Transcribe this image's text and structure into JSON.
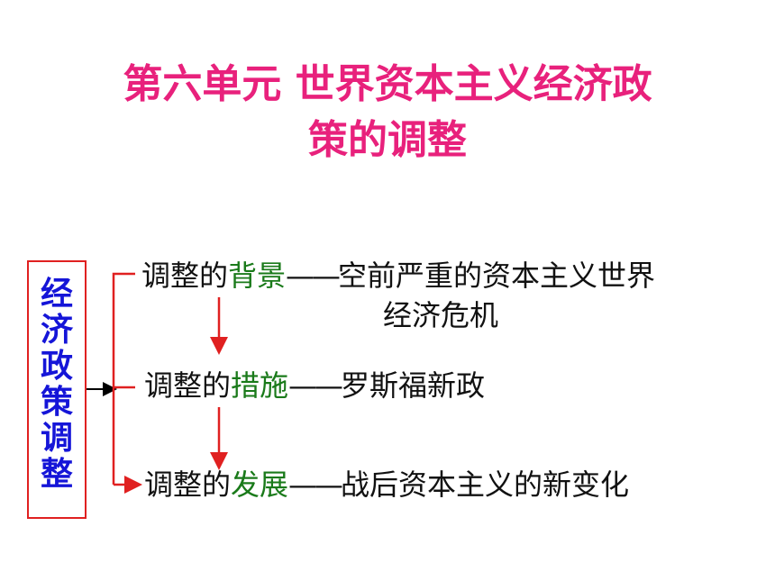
{
  "title": {
    "line1": "第六单元  世界资本主义经济政",
    "line2": "策的调整"
  },
  "side_label": "经济政策调整",
  "rows": [
    {
      "prefix": "调整的",
      "highlight": "背景",
      "dash": "——",
      "desc": "空前严重的资本主义世界",
      "desc_cont": "经济危机"
    },
    {
      "prefix": "调整的",
      "highlight": "措施",
      "dash": "——",
      "desc": "罗斯福新政"
    },
    {
      "prefix": "调整的",
      "highlight": "发展",
      "dash": "——",
      "desc": "战后资本主义的新变化"
    }
  ],
  "colors": {
    "title": "#e8217c",
    "side_label": "#1515d8",
    "highlight": "#1a7a1a",
    "connector": "#e02020",
    "arrow_black": "#000000"
  }
}
